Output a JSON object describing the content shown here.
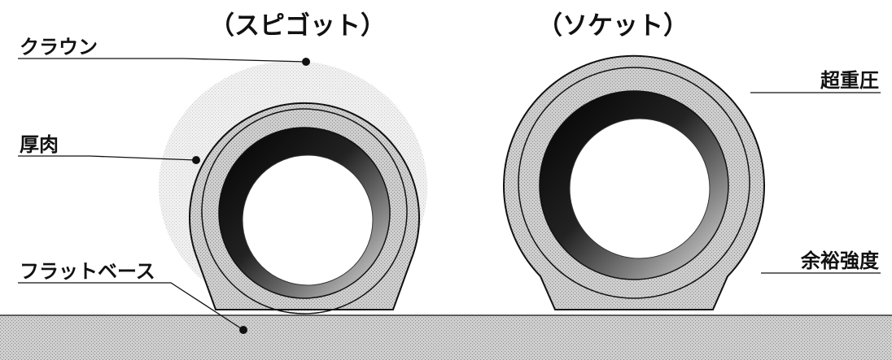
{
  "diagram": {
    "titles": {
      "left": "（スピゴット）",
      "right": "（ソケット）"
    },
    "labels": {
      "crown": "クラウン",
      "thick": "厚肉",
      "flat_base": "フラットベース",
      "ultra_pressure": "超重圧",
      "margin_strength": "余裕強度"
    }
  }
}
